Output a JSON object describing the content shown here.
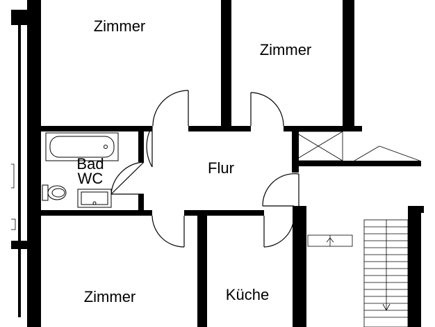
{
  "floor_plan": {
    "rooms": {
      "top_left": "Zimmer",
      "top_middle": "Zimmer",
      "bathroom_line1": "Bad",
      "bathroom_line2": "WC",
      "hall": "Flur",
      "bottom_left": "Zimmer",
      "kitchen": "Küche"
    }
  }
}
